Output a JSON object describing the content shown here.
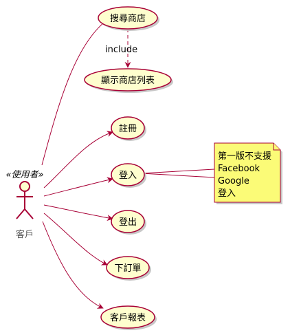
{
  "colors": {
    "usecase_fill": "#FEFECE",
    "usecase_stroke": "#A80036",
    "edge": "#A80036",
    "note_fill": "#FBFB77",
    "note_stroke": "#A80036",
    "shadow": "#C8C8C8",
    "actor_label": "#555555"
  },
  "actor": {
    "stereotype": "«使用者»",
    "name": "客戶"
  },
  "usecases": {
    "search_store": "搜尋商店",
    "show_store_list": "顯示商店列表",
    "register": "註冊",
    "login": "登入",
    "logout": "登出",
    "place_order": "下訂單",
    "customer_report": "客戶報表"
  },
  "relations": {
    "include_label": "include"
  },
  "note": {
    "lines": [
      "第一版不支援",
      "Facebook",
      "Google",
      "登入"
    ]
  }
}
